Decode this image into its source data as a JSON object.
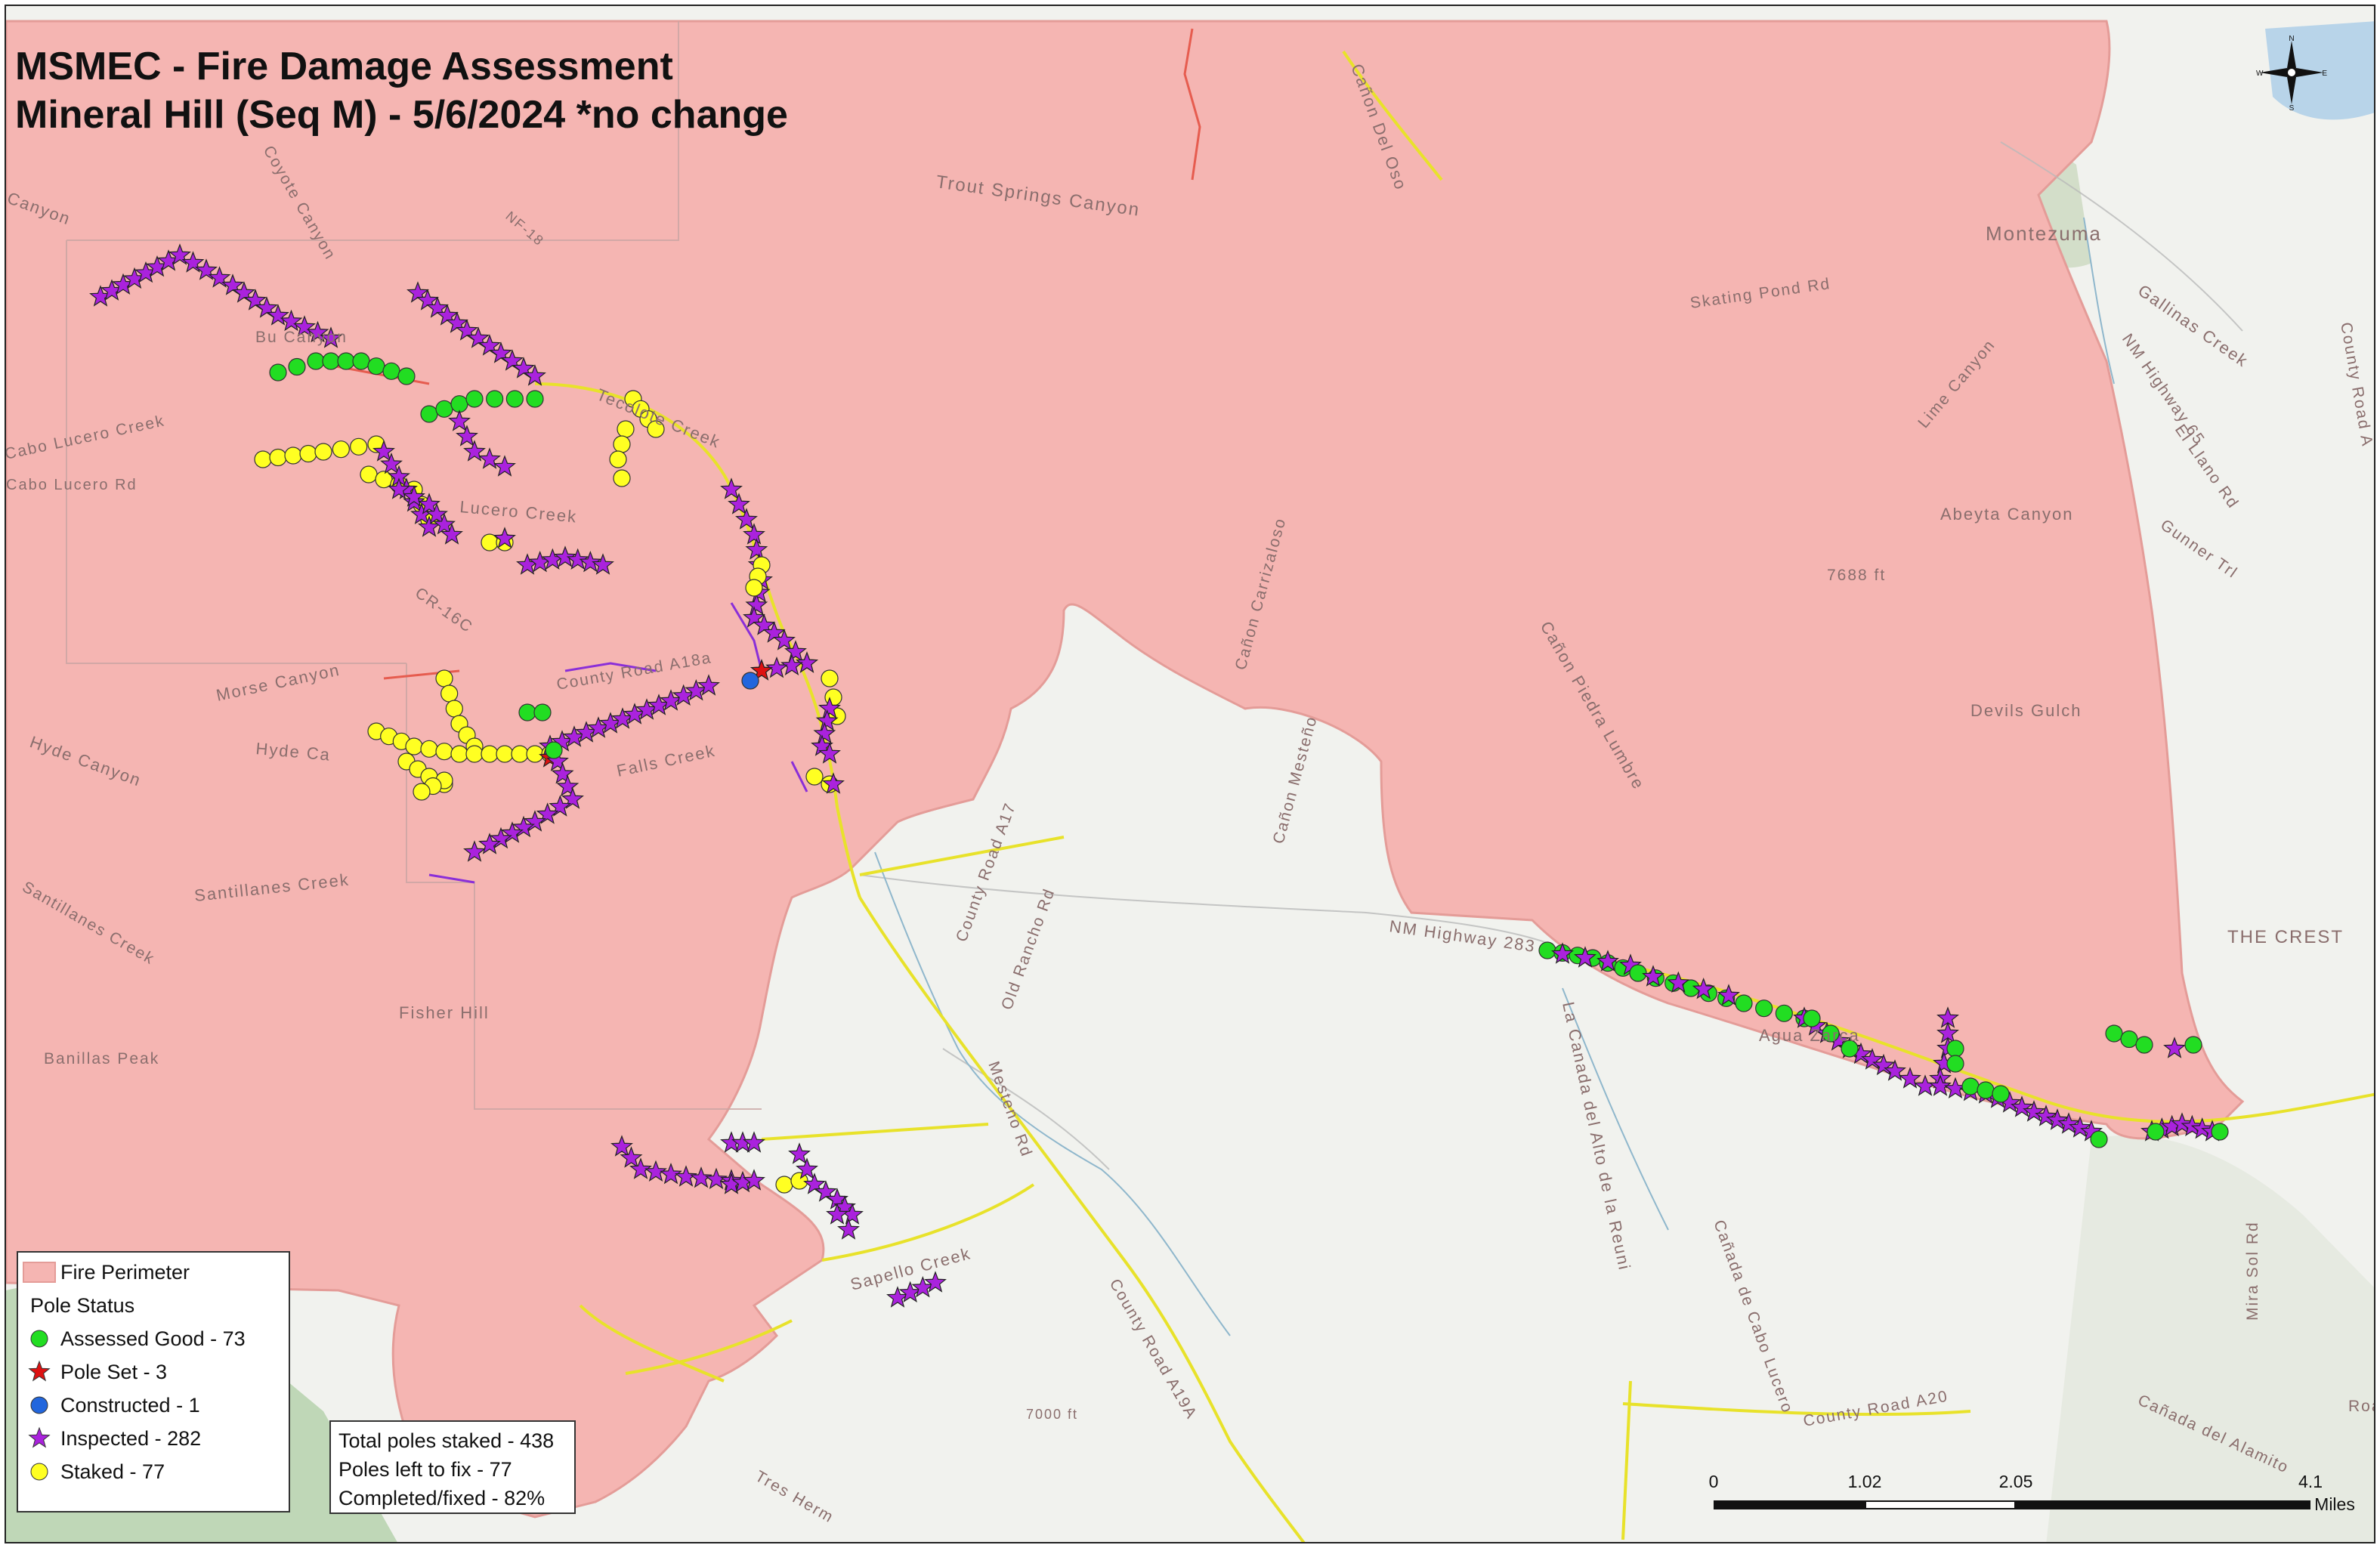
{
  "title": {
    "line1": "MSMEC - Fire Damage Assessment",
    "line2": "Mineral Hill (Seq M) - 5/6/2024 *no change"
  },
  "map_labels": [
    "Trout Springs Canyon",
    "Cañon Del Oso",
    "Montezuma",
    "Skating Pond Rd",
    "Gallinas Creek",
    "NM Highway 65",
    "El Llano Rd",
    "County Road A",
    "Lime Canyon",
    "Abeyta Canyon",
    "Gunner Trl",
    "7688 ft",
    "Devils Gulch",
    "Cañon Piedra Lumbre",
    "Cañon Carrizaloso",
    "Cañon Mesteño",
    "NM Highway 283",
    "Agua Zarca",
    "La Canada del Alto de la Reuni",
    "Cañada de Cabo Lucero",
    "THE CREST",
    "County Road A20",
    "Mira Sol Rd",
    "Cañada del Alamito",
    "Tecolote Creek",
    "Cabo Lucero Creek",
    "Cabo Lucero Rd",
    "Lucero Creek",
    "CR-16C",
    "Morse Canyon",
    "County Road A18a",
    "Hyde Canyon",
    "Hyde Ca",
    "Falls Creek",
    "Santillanes Creek",
    "Santillanes Creek",
    "Fisher Hill",
    "Banillas Peak",
    "County Road A17",
    "Old Rancho Rd",
    "Mesteno Rd",
    "Sapello Creek",
    "County Road A19A",
    "7000 ft",
    "Tres Herm",
    "NF-18",
    "Canyon",
    "Coyote Canyon",
    "Bu Canyon",
    "Roa"
  ],
  "legend": {
    "fire_perimeter": "Fire Perimeter",
    "pole_status": "Pole Status",
    "items": [
      {
        "label": "Assessed Good - 73",
        "symbol": "circle",
        "color": "#22dd22"
      },
      {
        "label": "Pole Set - 3",
        "symbol": "star",
        "color": "#dd1111"
      },
      {
        "label": "Constructed - 1",
        "symbol": "circle",
        "color": "#2266dd"
      },
      {
        "label": "Inspected - 282",
        "symbol": "star",
        "color": "#aa22dd"
      },
      {
        "label": "Staked - 77",
        "symbol": "circle",
        "color": "#ffff22"
      }
    ]
  },
  "stats": {
    "total": "Total poles staked - 438",
    "left": "Poles left to fix - 77",
    "completed": "Completed/fixed - 82%"
  },
  "scale": {
    "ticks": [
      "0",
      "1.02",
      "2.05",
      "4.1"
    ],
    "unit": "Miles"
  },
  "north_arrow": {
    "n": "N",
    "s": "S",
    "e": "E",
    "w": "W"
  },
  "colors": {
    "fire_perimeter": "#f5b5b2",
    "perimeter_edge": "#e49c98",
    "power_line": "#e8e22a",
    "base_land": "#f0f1ed",
    "water": "#b7d3e8"
  }
}
